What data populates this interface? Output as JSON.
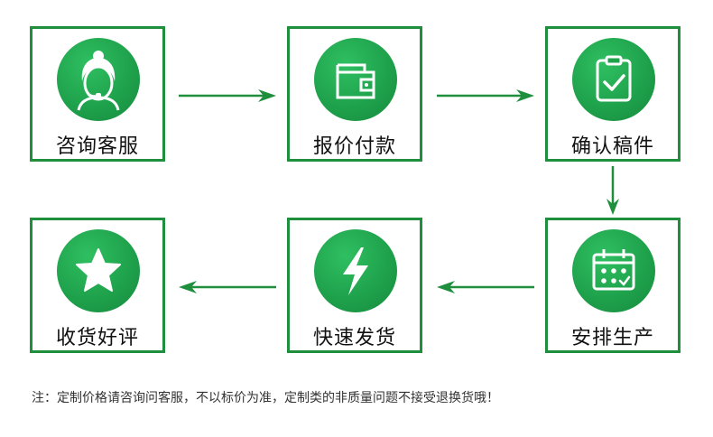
{
  "steps": [
    {
      "label": "咨询客服",
      "icon": "customer-service-icon"
    },
    {
      "label": "报价付款",
      "icon": "wallet-icon"
    },
    {
      "label": "确认稿件",
      "icon": "clipboard-check-icon"
    },
    {
      "label": "安排生产",
      "icon": "calendar-icon"
    },
    {
      "label": "快速发货",
      "icon": "lightning-icon"
    },
    {
      "label": "收货好评",
      "icon": "star-icon"
    }
  ],
  "note": "注：定制价格请咨询问客服，不以标价为准，定制类的非质量问题不接受退换货哦！",
  "colors": {
    "accent": "#1f8f3e",
    "icon_fill": "#1fa24c"
  }
}
